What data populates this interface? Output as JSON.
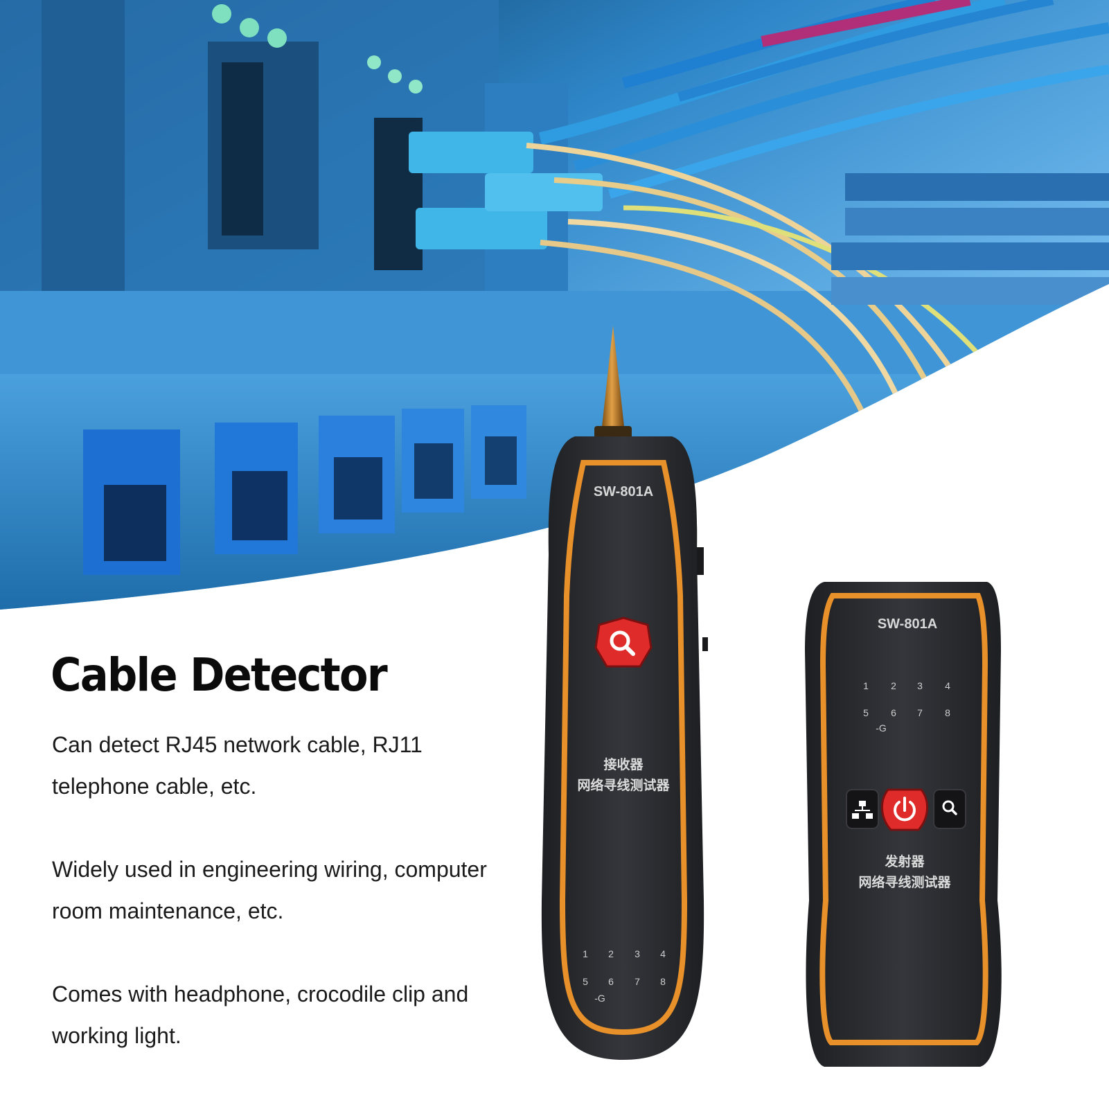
{
  "product": {
    "title": "Cable Detector",
    "features": [
      "Can detect RJ45 network cable, RJ11 telephone cable, etc.",
      "Widely used in engineering wiring, computer room maintenance, etc.",
      "Comes with headphone, crocodile clip and working light."
    ]
  },
  "receiver": {
    "model": "SW-801A",
    "label_1": "接收器",
    "label_2": "网络寻线测试器",
    "pins": [
      "1",
      "2",
      "3",
      "4",
      "5",
      "6",
      "7",
      "8"
    ],
    "ground": "-G"
  },
  "transmitter": {
    "model": "SW-801A",
    "label_1": "发射器",
    "label_2": "网络寻线测试器",
    "pins": [
      "1",
      "2",
      "3",
      "4",
      "5",
      "6",
      "7",
      "8"
    ],
    "ground": "-G"
  },
  "colors": {
    "device_body": "#2b2c30",
    "accent_orange": "#e8902a",
    "button_red": "#e02b2b",
    "scene_blue": "#1f7fd0"
  },
  "icons": {
    "receiver_button": "magnifier-icon",
    "transmitter_buttons": [
      "network-icon",
      "power-icon",
      "magnifier-icon"
    ]
  }
}
